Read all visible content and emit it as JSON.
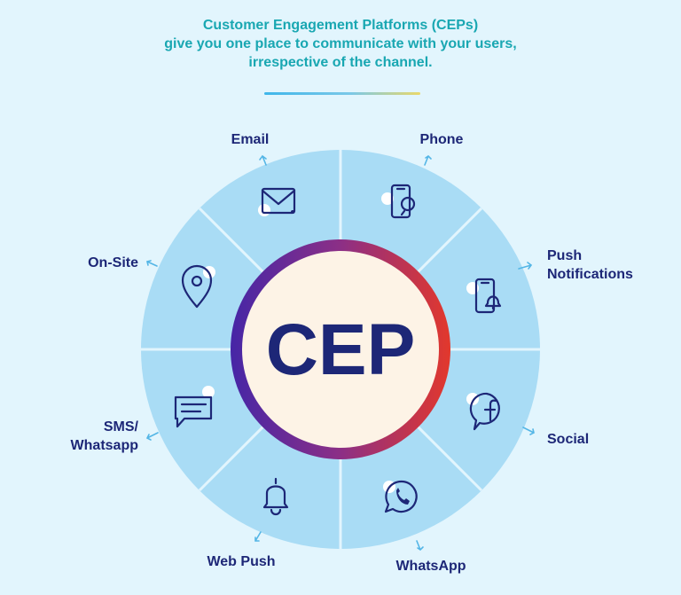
{
  "header": {
    "line1": "Customer Engagement Platforms (CEPs)",
    "line2": "give you one place to communicate with your users,",
    "line3": "irrespective of the channel."
  },
  "center": {
    "label": "CEP"
  },
  "channels": {
    "email": "Email",
    "phone": "Phone",
    "push_line1": "Push",
    "push_line2": "Notifications",
    "social": "Social",
    "whatsapp": "WhatsApp",
    "web_push": "Web Push",
    "sms_line1": "SMS/",
    "sms_line2": "Whatsapp",
    "on_site": "On-Site"
  },
  "icons": {
    "email": "envelope-icon",
    "phone": "phone-chat-icon",
    "push": "phone-bell-icon",
    "social": "facebook-icon",
    "whatsapp": "whatsapp-icon",
    "web_push": "bell-icon",
    "sms": "message-icon",
    "on_site": "location-pin-icon"
  },
  "colors": {
    "background": "#e2f5fd",
    "segment": "#a9dcf5",
    "text": "#1d2777",
    "accent": "#19a7b2",
    "ring_start": "#4a2aa8",
    "ring_end": "#e0382f"
  }
}
